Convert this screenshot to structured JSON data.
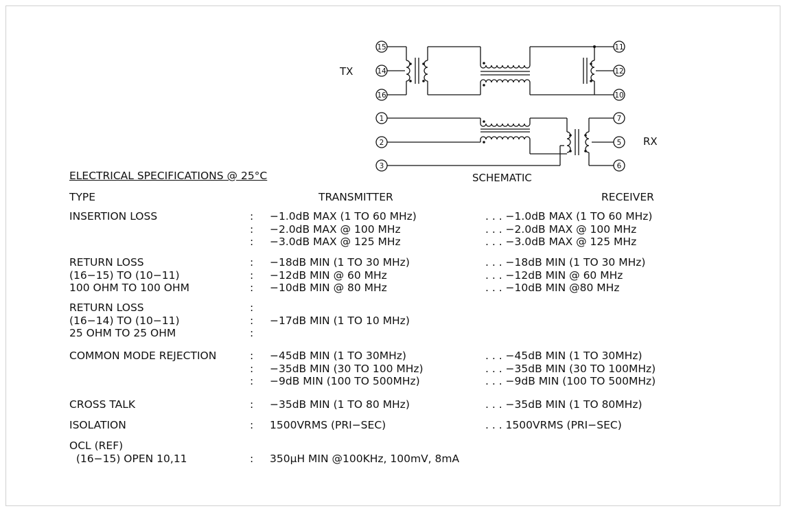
{
  "schematic": {
    "tx_label": "TX",
    "rx_label": "RX",
    "caption": "SCHEMATIC",
    "pins": {
      "p15": "15",
      "p14": "14",
      "p16": "16",
      "p11": "11",
      "p12": "12",
      "p10": "10",
      "p1": "1",
      "p2": "2",
      "p3": "3",
      "p7": "7",
      "p5": "5",
      "p6": "6"
    }
  },
  "specs": {
    "title": "ELECTRICAL SPECIFICATIONS @ 25°C",
    "headers": {
      "type": "TYPE",
      "transmitter": "TRANSMITTER",
      "receiver": "RECEIVER"
    },
    "rows": [
      {
        "type": [
          "INSERTION LOSS"
        ],
        "colon": [
          ":",
          ":",
          ":"
        ],
        "tx": [
          "-1.0dB MAX (1 TO 60 MHz)",
          "-2.0dB MAX @ 100 MHz",
          "-3.0dB MAX @ 125 MHz"
        ],
        "rx": [
          ". . . -1.0dB MAX (1 TO 60 MHz)",
          ". . . -2.0dB MAX @ 100 MHz",
          ". . . -3.0dB MAX @ 125 MHz"
        ]
      },
      {
        "type": [
          "RETURN LOSS",
          "(16-15) TO (10-11)",
          "100 OHM TO 100 OHM"
        ],
        "colon": [
          ":",
          ":",
          ":"
        ],
        "tx": [
          "-18dB MIN (1 TO 30 MHz)",
          "-12dB MIN @ 60 MHz",
          "-10dB MIN @ 80 MHz"
        ],
        "rx": [
          ". . . -18dB MIN (1 TO 30 MHz)",
          ". . . -12dB MIN @ 60 MHz",
          ". . . -10dB MIN @80 MHz"
        ]
      },
      {
        "type": [
          "RETURN LOSS",
          "(16-14) TO (10-11)",
          "25 OHM TO 25 OHM"
        ],
        "colon": [
          ":",
          ":",
          ":"
        ],
        "tx": [
          "-17dB MIN (1 TO 10 MHz)"
        ],
        "rx": []
      },
      {
        "type": [
          "COMMON MODE REJECTION"
        ],
        "colon": [
          ":",
          ":",
          ":"
        ],
        "tx": [
          "-45dB MIN (1 TO 30MHz)",
          "-35dB MIN (30 TO 100 MHz)",
          "-9dB MIN (100 TO 500MHz)"
        ],
        "rx": [
          ". . . -45dB MIN (1 TO 30MHz)",
          ". . . -35dB MIN (30 TO 100MHz)",
          ". . . -9dB MIN (100 TO 500MHz)"
        ]
      },
      {
        "type": [
          "CROSS TALK"
        ],
        "colon": [
          ":"
        ],
        "tx": [
          "-35dB MIN (1 TO 80 MHz)"
        ],
        "rx": [
          ". . . -35dB MIN (1 TO 80MHz)"
        ]
      },
      {
        "type": [
          "ISOLATION"
        ],
        "colon": [
          ":"
        ],
        "tx": [
          "1500VRMS (PRI-SEC)"
        ],
        "rx": [
          ". . . 1500VRMS (PRI-SEC)"
        ]
      },
      {
        "type": [
          "OCL (REF)",
          "  (16-15) OPEN 10,11"
        ],
        "colon": [
          "",
          ":"
        ],
        "tx": [
          "",
          "350µH MIN @100KHz, 100mV, 8mA"
        ],
        "rx": []
      }
    ]
  }
}
